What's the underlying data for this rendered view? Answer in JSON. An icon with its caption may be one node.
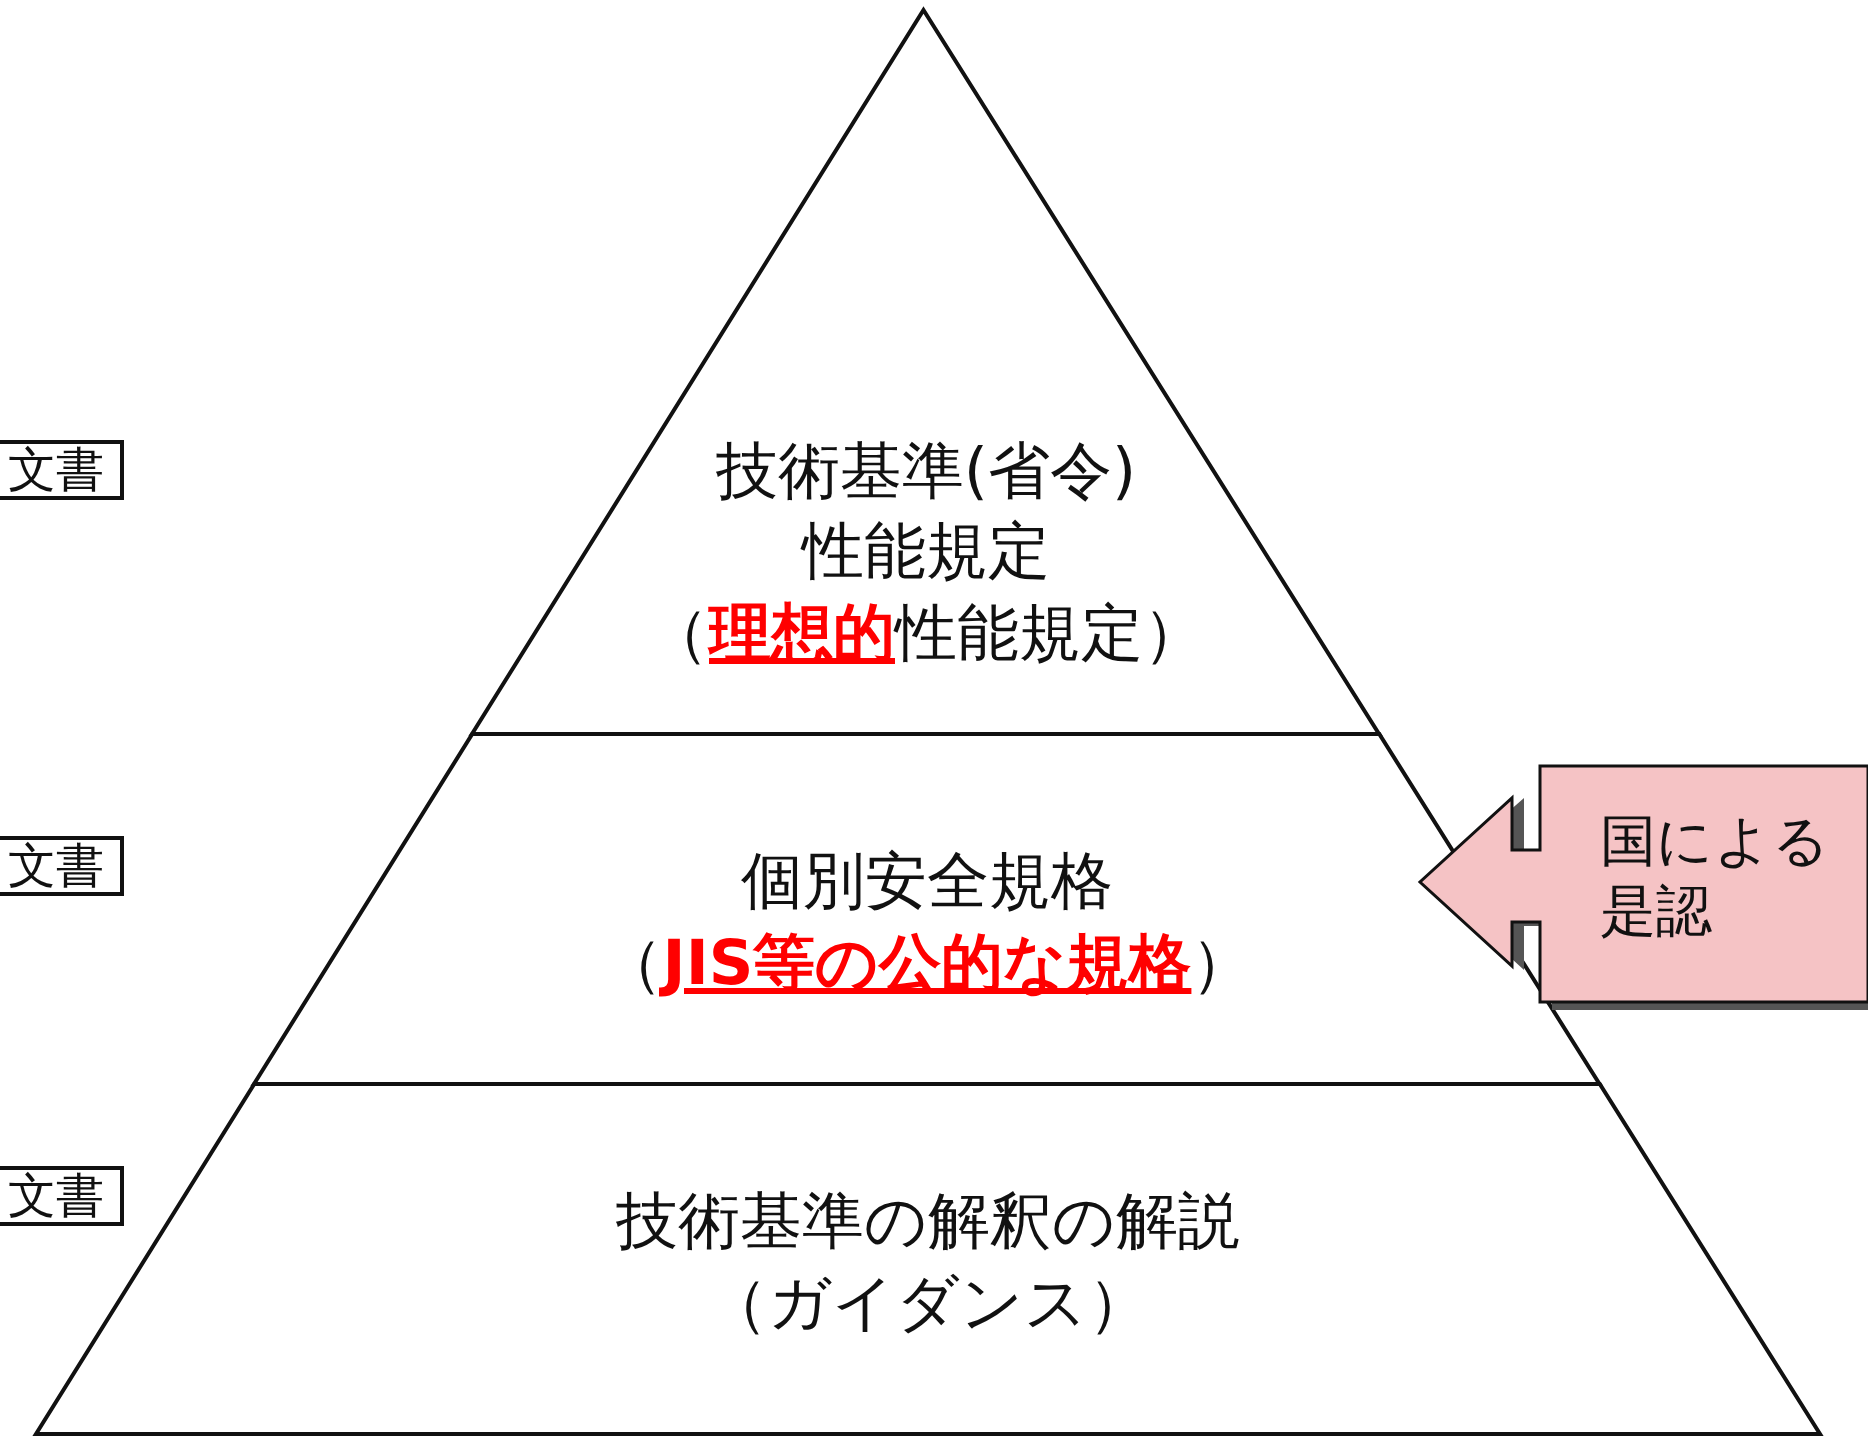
{
  "diagram": {
    "nodes": [
      {
        "text": [
          "技術基準(省令)",
          "性能規定",
          "（**理想的**性能規定）"
        ]
      },
      {
        "text": [
          "個別安全規格",
          "（**JIS等の公的な規格**）"
        ]
      },
      {
        "text": [
          "技術基準の解釈の解説",
          "（ガイダンス）"
        ]
      },
      {
        "text": [
          "国による是認"
        ]
      },
      {
        "text": [
          "文書"
        ]
      },
      {
        "text": [
          "文書"
        ]
      },
      {
        "text": [
          "文書"
        ]
      }
    ]
  }
}
